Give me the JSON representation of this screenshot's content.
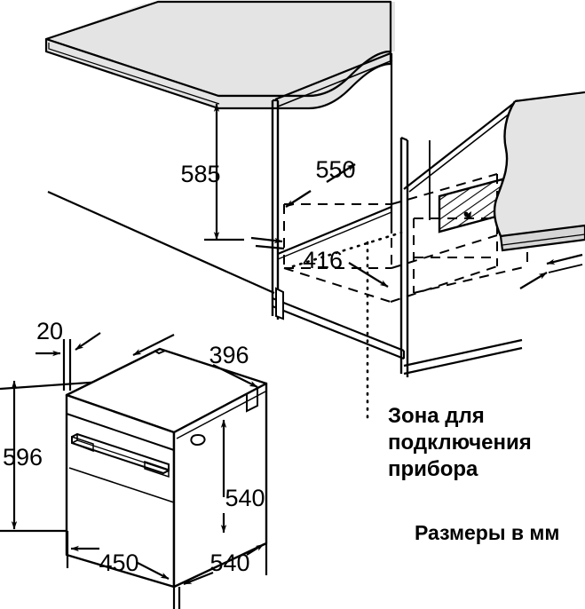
{
  "document": {
    "kind": "technical-installation-drawing",
    "subject": "built-in oven niche dimensions"
  },
  "colors": {
    "line": "#000000",
    "panel_fill": "#e4e4e4",
    "background": "#ffffff",
    "hatch": "#000000"
  },
  "dimensions": {
    "niche_height": "585",
    "niche_depth": "550",
    "niche_width": "416",
    "panel_thickness": "20",
    "appliance_height_front": "596",
    "appliance_top_depth": "396",
    "appliance_body_height": "540",
    "appliance_width": "450",
    "appliance_depth": "540"
  },
  "labels": {
    "connection_zone_line1": "Зона для",
    "connection_zone_line2": "подключения",
    "connection_zone_line3": "прибора",
    "units_note": "Размеры в мм"
  },
  "parts": {
    "worktop": "worktop-panel",
    "cabinet": "cabinet-niche",
    "wall": "rear-wall-panel",
    "oven": "oven-appliance",
    "handle": "oven-door-handle",
    "hatched_zone": "electrical-connection-area"
  }
}
